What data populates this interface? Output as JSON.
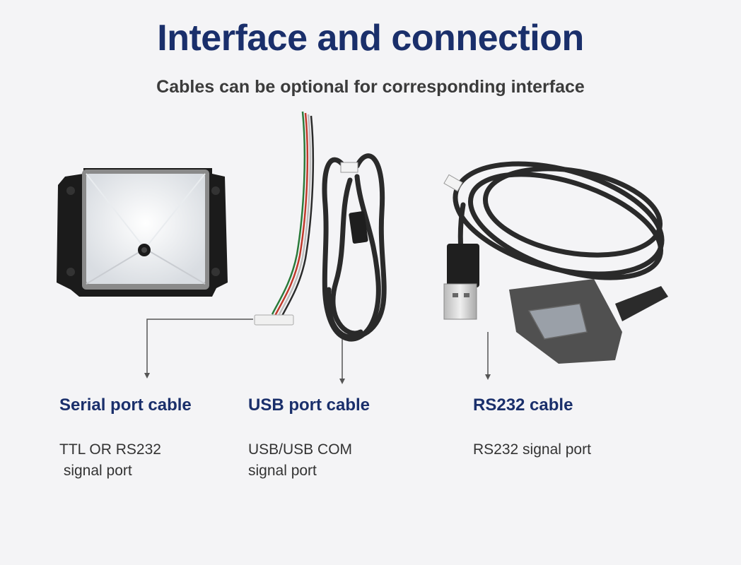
{
  "header": {
    "title": "Interface and connection",
    "subtitle": "Cables can be optional for corresponding interface"
  },
  "columns": [
    {
      "title": "Serial port cable",
      "desc_line1": "TTL OR RS232",
      "desc_line2": " signal port"
    },
    {
      "title": "USB port cable",
      "desc_line1": "USB/USB COM",
      "desc_line2": "signal port"
    },
    {
      "title": "RS232 cable",
      "desc_line1": "RS232 signal port",
      "desc_line2": ""
    }
  ],
  "colors": {
    "title": "#1a2f6b",
    "background": "#f4f4f6",
    "module_body": "#1b1b1b",
    "cable": "#2a2a2a"
  },
  "icons": [
    "scanner-module-image",
    "serial-wire-image",
    "usb-cable-image",
    "rs232-cable-image",
    "arrow-down-icon"
  ]
}
